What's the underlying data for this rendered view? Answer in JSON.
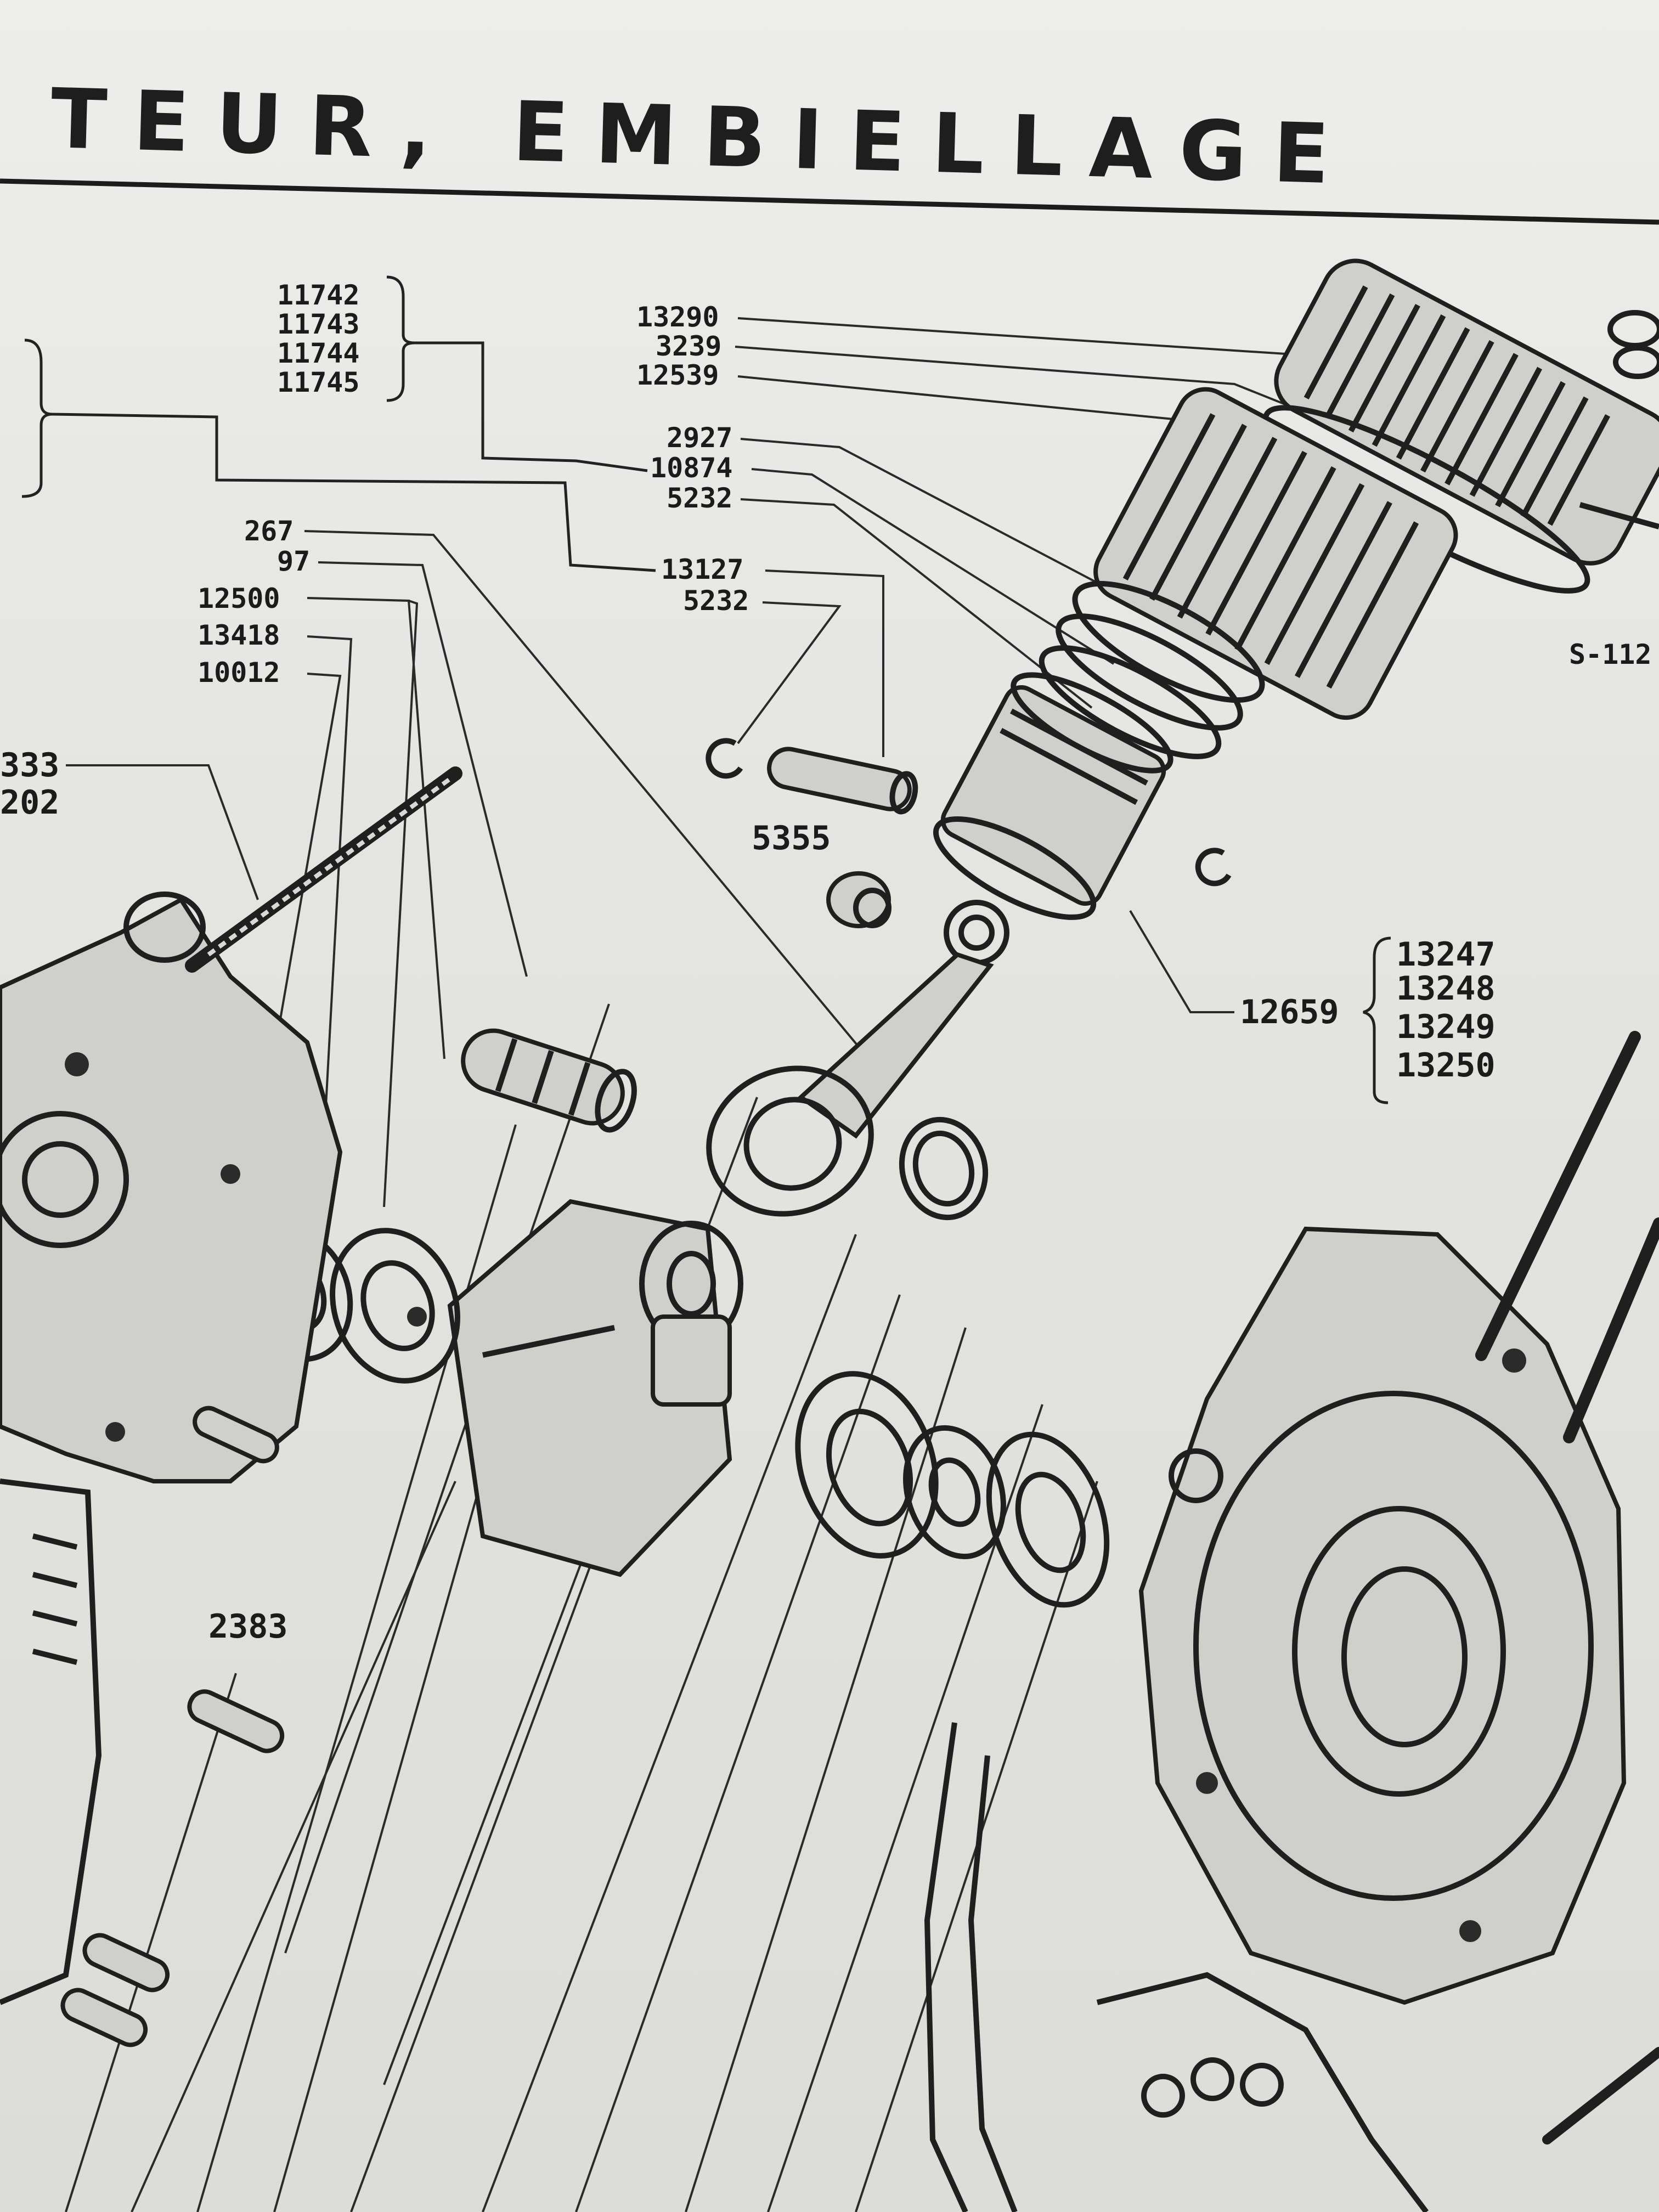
{
  "page": {
    "title": "TEUR, EMBIELLAGE"
  },
  "labels": {
    "l11742": "11742",
    "l11743": "11743",
    "l11744": "11744",
    "l11745": "11745",
    "l13290": "13290",
    "l3239": "3239",
    "l12539": "12539",
    "l2927": "2927",
    "l10874": "10874",
    "l5232a": "5232",
    "l13127": "13127",
    "l5232b": "5232",
    "l5355": "5355",
    "l267": "267",
    "l97": "97",
    "l12500": "12500",
    "l13418": "13418",
    "l10012": "10012",
    "l333": "333",
    "l202": "202",
    "l2383": "2383",
    "l12659": "12659",
    "l13247": "13247",
    "l13248": "13248",
    "l13249": "13249",
    "l13250": "13250",
    "lS112": "S-112"
  }
}
